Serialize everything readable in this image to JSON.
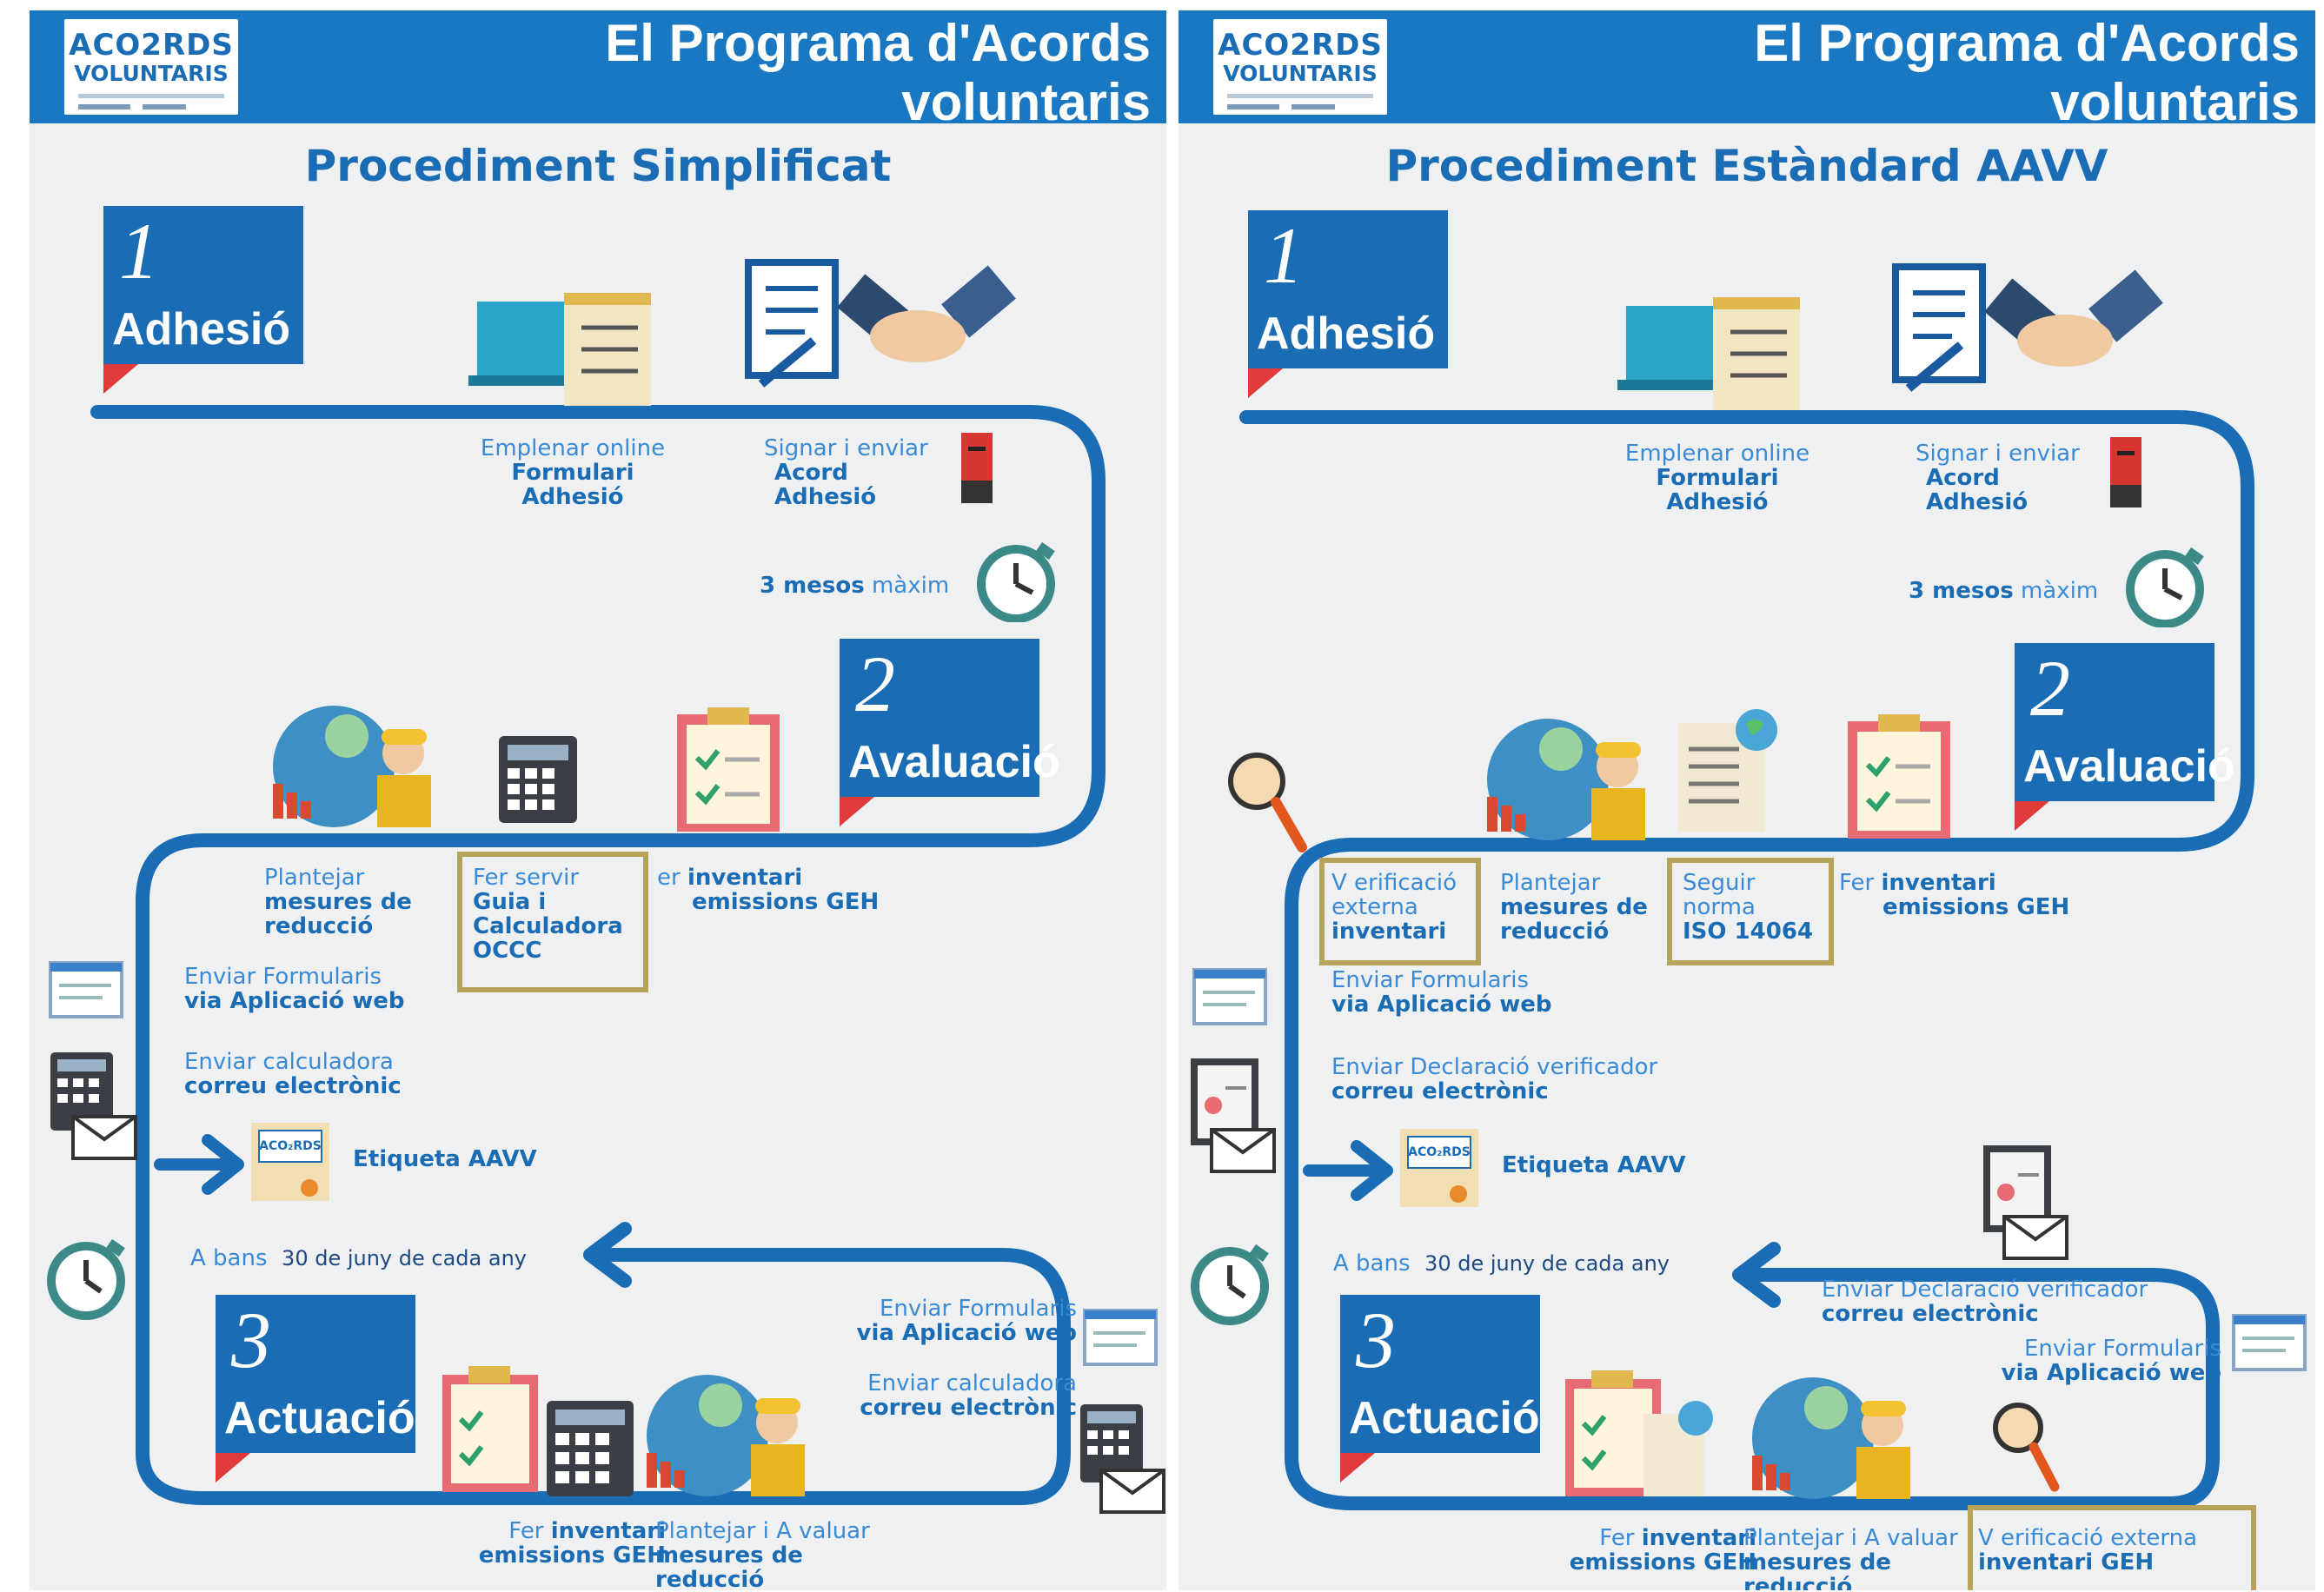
{
  "colors": {
    "brand_blue": "#1a6cb4",
    "header_blue": "#1a78c2",
    "panel_bg": "#eff0f2",
    "flag_red": "#e03a3a",
    "highlight_gold": "#b8a35a"
  },
  "header": {
    "logo_line1": "ACO2RDS",
    "logo_line2": "VOLUNTARIS",
    "title_line1": "El Programa d'Acords",
    "title_line2": "voluntaris"
  },
  "left": {
    "subtitle": "Procediment Simplificat",
    "step1": {
      "num": "1",
      "name": "Adhesió"
    },
    "step2": {
      "num": "2",
      "name": "Avaluació"
    },
    "step3": {
      "num": "3",
      "name": "Actuació"
    },
    "formulari": {
      "l1": "Emplenar online",
      "l2": "Formulari",
      "l3": "Adhesió"
    },
    "acord": {
      "l1": "Signar i enviar",
      "l2": "Acord",
      "l3": "Adhesió"
    },
    "mesos": {
      "b": "3 mesos",
      "n": "màxim"
    },
    "plantejar": {
      "l1": "Plantejar",
      "l2": "mesures de",
      "l3": "reducció"
    },
    "guia": {
      "l1": "Fer servir",
      "l2": "Guia i",
      "l3": "Calculadora",
      "l4": "OCCC"
    },
    "inventari": {
      "l1": "er",
      "l2": "inventari",
      "l3": "emissions GEH"
    },
    "formularis": {
      "l1": "Enviar Formularis",
      "l2": "via Aplicació web"
    },
    "calculadora": {
      "l1": "Enviar calculadora",
      "l2": "correu electrònic"
    },
    "etiqueta": "Etiqueta AAVV",
    "abans": {
      "n": "A bans",
      "b": "30 de juny de cada any"
    },
    "formularis2": {
      "l1": "Enviar Formularis",
      "l2": "via Aplicació web"
    },
    "calculadora2": {
      "l1": "Enviar calculadora",
      "l2": "correu electrònic"
    },
    "fer_inv": {
      "l1": "Fer",
      "l1b": "inventari",
      "l2": "emissions GEH"
    },
    "avaluar": {
      "l1": "Plantejar i A valuar",
      "l2": "mesures de",
      "l3": "reducció"
    }
  },
  "right": {
    "subtitle": "Procediment Estàndard AAVV",
    "step1": {
      "num": "1",
      "name": "Adhesió"
    },
    "step2": {
      "num": "2",
      "name": "Avaluació"
    },
    "step3": {
      "num": "3",
      "name": "Actuació"
    },
    "formulari": {
      "l1": "Emplenar online",
      "l2": "Formulari",
      "l3": "Adhesió"
    },
    "acord": {
      "l1": "Signar i enviar",
      "l2": "Acord",
      "l3": "Adhesió"
    },
    "mesos": {
      "b": "3 mesos",
      "n": "màxim"
    },
    "verif": {
      "l1": "V erificació",
      "l2": "externa",
      "l3": "inventari"
    },
    "plantejar": {
      "l1": "Plantejar",
      "l2": "mesures de",
      "l3": "reducció"
    },
    "iso": {
      "l1": "Seguir",
      "l2": "norma",
      "l3": "ISO 14064"
    },
    "inventari": {
      "l1": "Fer",
      "l2": "inventari",
      "l3": "emissions GEH"
    },
    "formularis": {
      "l1": "Enviar Formularis",
      "l2": "via Aplicació web"
    },
    "declaracio": {
      "l1": "Enviar Declaració verificador",
      "l2": "correu electrònic"
    },
    "etiqueta": "Etiqueta AAVV",
    "abans": {
      "n": "A bans",
      "b": "30 de juny de cada any"
    },
    "declaracio2": {
      "l1": "Enviar Declaració verificador",
      "l2": "correu electrònic"
    },
    "formularis2": {
      "l1": "Enviar Formularis",
      "l2": "via Aplicació web"
    },
    "fer_inv": {
      "l1": "Fer",
      "l1b": "inventari",
      "l2": "emissions GEH"
    },
    "avaluar": {
      "l1": "Plantejar i A valuar",
      "l2": "mesures de",
      "l3": "reducció"
    },
    "verif2": {
      "l1": "V erificació externa",
      "l2": "inventari GEH"
    }
  }
}
